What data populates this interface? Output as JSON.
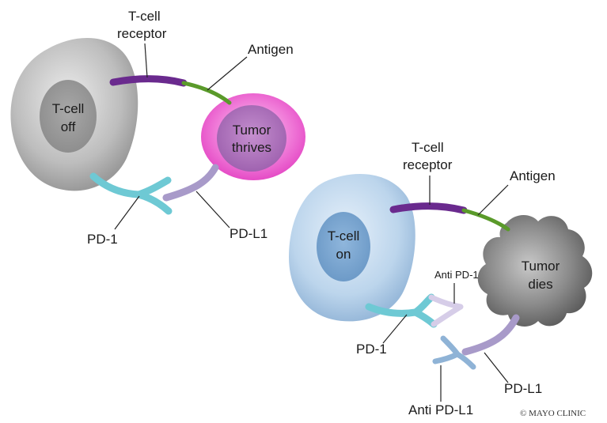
{
  "top_panel": {
    "tcell_line1": "T-cell",
    "tcell_line2": "off",
    "tumor_line1": "Tumor",
    "tumor_line2": "thrives",
    "tcr_line1": "T-cell",
    "tcr_line2": "receptor",
    "antigen": "Antigen",
    "pd1": "PD-1",
    "pdl1": "PD-L1"
  },
  "bottom_panel": {
    "tcell_line1": "T-cell",
    "tcell_line2": "on",
    "tumor_line1": "Tumor",
    "tumor_line2": "dies",
    "tcr_line1": "T-cell",
    "tcr_line2": "receptor",
    "antigen": "Antigen",
    "anti_pd1": "Anti PD-1",
    "pd1": "PD-1",
    "pdl1": "PD-L1",
    "anti_pdl1": "Anti PD-L1"
  },
  "copyright": "© MAYO CLINIC",
  "colors": {
    "tcell_receptor": "#6a2a8e",
    "antigen": "#5a9a2a",
    "pd1": "#6ec9d4",
    "pdl1": "#a89ac9",
    "anti_pd1": "#d6cde8",
    "anti_pdl1": "#8fb3d6",
    "tcell_off": "#b5b5b5",
    "tcell_on": "#b8d3ea",
    "tumor_thrives": "#e64fc6",
    "tumor_dies": "#8a8a8a"
  }
}
